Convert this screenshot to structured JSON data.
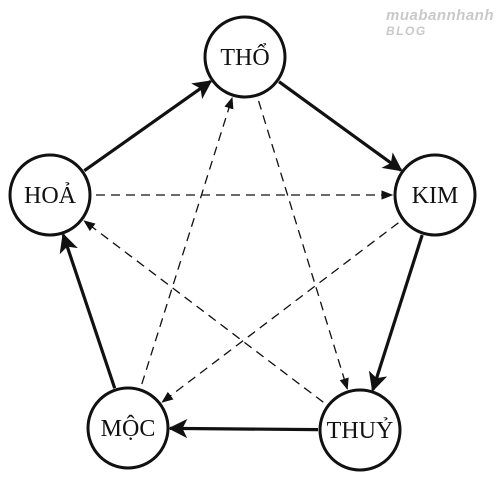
{
  "watermark": {
    "line1": "muabannhanh",
    "line2": "BLOG"
  },
  "nodes": [
    {
      "id": "tho",
      "label": "THỔ"
    },
    {
      "id": "kim",
      "label": "KIM"
    },
    {
      "id": "thuy",
      "label": "THUỶ"
    },
    {
      "id": "moc",
      "label": "MỘC"
    },
    {
      "id": "hoa",
      "label": "HOẢ"
    }
  ],
  "generating_cycle": [
    {
      "from": "hoa",
      "to": "tho"
    },
    {
      "from": "tho",
      "to": "kim"
    },
    {
      "from": "kim",
      "to": "thuy"
    },
    {
      "from": "thuy",
      "to": "moc"
    },
    {
      "from": "moc",
      "to": "hoa"
    }
  ],
  "overcoming_cycle": [
    {
      "from": "hoa",
      "to": "kim"
    },
    {
      "from": "kim",
      "to": "moc"
    },
    {
      "from": "moc",
      "to": "tho"
    },
    {
      "from": "tho",
      "to": "thuy"
    },
    {
      "from": "thuy",
      "to": "hoa"
    }
  ]
}
